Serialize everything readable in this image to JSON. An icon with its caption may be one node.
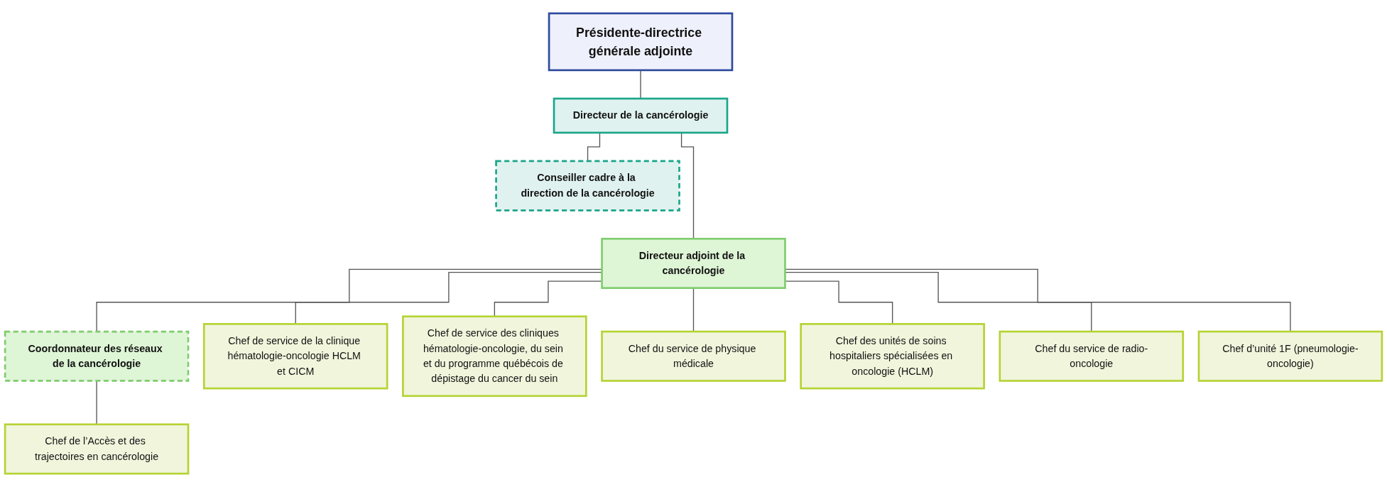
{
  "diagram": {
    "nodes": [
      {
        "text": [
          "Présidente-directrice générale adjointe"
        ]
      },
      {
        "text": [
          "Directeur de la cancérologie"
        ]
      },
      {
        "text": [
          "Conseiller cadre à la direction de la cancérologie"
        ]
      },
      {
        "text": [
          "Directeur adjoint de la cancérologie"
        ]
      },
      {
        "text": [
          "Coordonnateur des réseaux de la cancérologie"
        ]
      },
      {
        "text": [
          "Chef de l’Accès et des trajectoires en cancérologie"
        ]
      },
      {
        "text": [
          "Chef de service de la clinique hématologie-oncologie HCLM et CICM"
        ]
      },
      {
        "text": [
          "Chef de service des cliniques hématologie-oncologie, du sein et du programme québécois de dépistage du cancer du sein"
        ]
      },
      {
        "text": [
          "Chef du service de physique médicale"
        ]
      },
      {
        "text": [
          "Chef des unités de soins hospitaliers spécialisées en oncologie (HCLM)"
        ]
      },
      {
        "text": [
          "Chef du service de radio-oncologie"
        ]
      },
      {
        "text": [
          "Chef d’unité 1F (pneumologie-oncologie)"
        ]
      }
    ],
    "edges": [
      {
        "from": 0,
        "to": 1,
        "arrow": "none"
      },
      {
        "from": 1,
        "to": 2,
        "arrow": "none"
      },
      {
        "from": 1,
        "to": 3,
        "arrow": "none"
      },
      {
        "from": 3,
        "to": 4,
        "arrow": "none"
      },
      {
        "from": 4,
        "to": 5,
        "arrow": "none"
      },
      {
        "from": 3,
        "to": 6,
        "arrow": "none"
      },
      {
        "from": 3,
        "to": 7,
        "arrow": "none"
      },
      {
        "from": 3,
        "to": 8,
        "arrow": "none"
      },
      {
        "from": 3,
        "to": 9,
        "arrow": "none"
      },
      {
        "from": 3,
        "to": 10,
        "arrow": "none"
      },
      {
        "from": 3,
        "to": 11,
        "arrow": "none"
      }
    ]
  }
}
